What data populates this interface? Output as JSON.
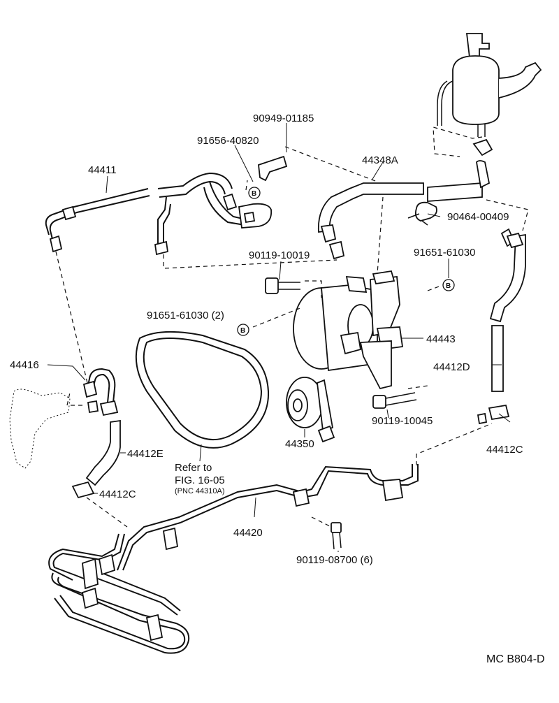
{
  "labels": {
    "p44411": "44411",
    "p90949": "90949-01185",
    "p91656": "91656-40820",
    "p44348a": "44348A",
    "p90464": "90464-00409",
    "p90119_10019": "90119-10019",
    "p91651_top": "91651-61030",
    "p91651_2": "91651-61030 (2)",
    "p44443": "44443",
    "p44416": "44416",
    "p44412d": "44412D",
    "p90119_10045": "90119-10045",
    "p44412c_right": "44412C",
    "p44350": "44350",
    "p44412e": "44412E",
    "p44412c_left": "44412C",
    "p44420": "44420",
    "p90119_08700": "90119-08700 (6)",
    "refer_line1": "Refer to",
    "refer_line2": "FIG. 16-05",
    "refer_line3": "(PNC 44310A)",
    "b_mark": "B",
    "footer_code": "MC  B804-D"
  }
}
